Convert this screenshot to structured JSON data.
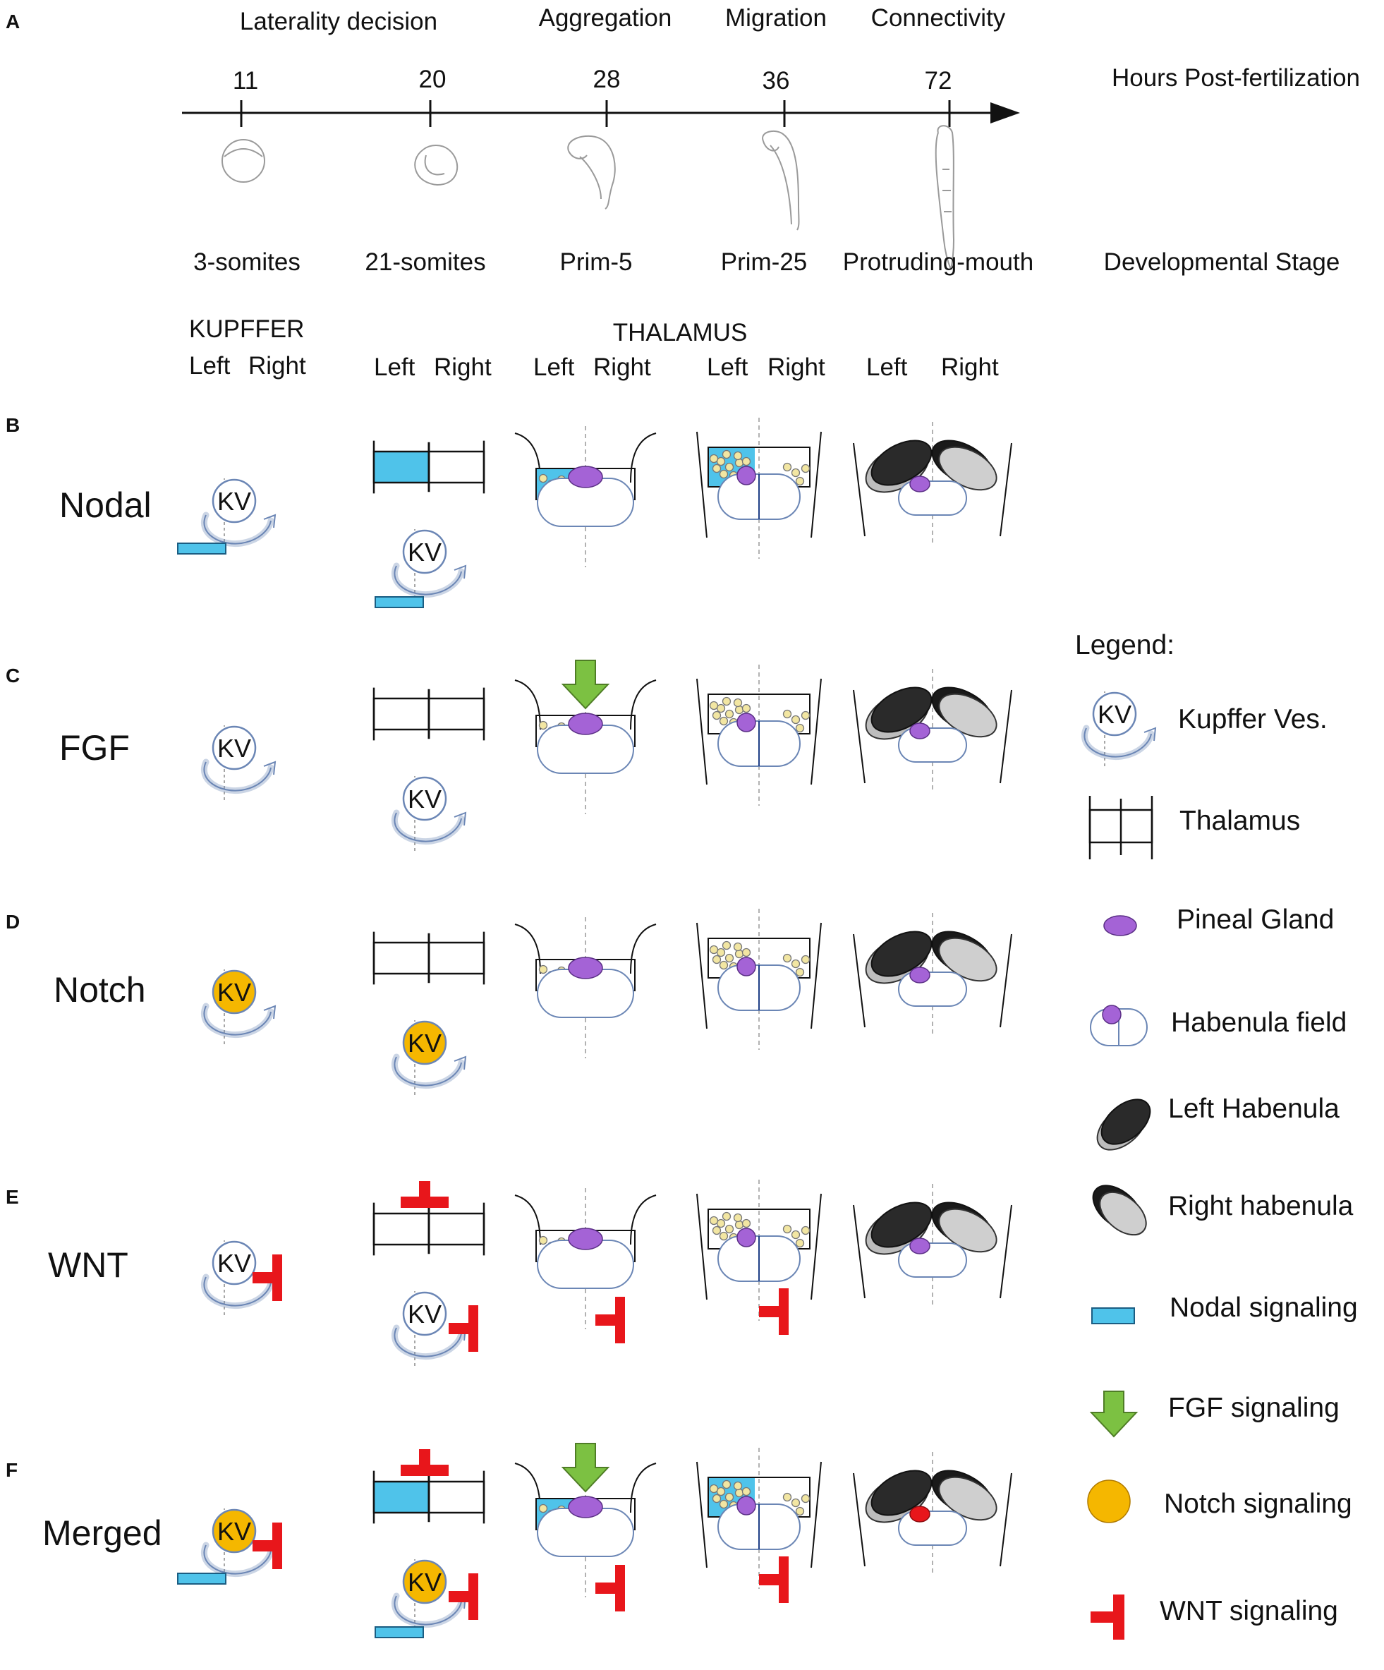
{
  "panels": [
    "A",
    "B",
    "C",
    "D",
    "E",
    "F"
  ],
  "phases": [
    "Laterality decision",
    "Aggregation",
    "Migration",
    "Connectivity"
  ],
  "timeline": {
    "hours": [
      "11",
      "20",
      "28",
      "36",
      "72"
    ],
    "axis_label": "Hours Post-fertilization"
  },
  "stages": [
    "3-somites",
    "21-somites",
    "Prim-5",
    "Prim-25",
    "Protruding-mouth"
  ],
  "stage_label": "Developmental Stage",
  "regions": {
    "kupffer": "KUPFFER",
    "thalamus": "THALAMUS"
  },
  "sides": {
    "left": "Left",
    "right": "Right"
  },
  "kv_label": "KV",
  "rows": [
    {
      "label": "Nodal"
    },
    {
      "label": "FGF"
    },
    {
      "label": "Notch"
    },
    {
      "label": "WNT"
    },
    {
      "label": "Merged"
    }
  ],
  "legend": {
    "title": "Legend:",
    "items": [
      {
        "label": "Kupffer Ves."
      },
      {
        "label": "Thalamus"
      },
      {
        "label": "Pineal Gland"
      },
      {
        "label": "Habenula field"
      },
      {
        "label": "Left Habenula"
      },
      {
        "label": "Right habenula"
      },
      {
        "label": "Nodal signaling"
      },
      {
        "label": "FGF signaling"
      },
      {
        "label": "Notch signaling"
      },
      {
        "label": "WNT signaling"
      }
    ]
  },
  "colors": {
    "nodal": "#4fc3ea",
    "fgf": "#7cc142",
    "notch": "#f5b700",
    "wnt": "#e8161b",
    "pineal": "#a463d6",
    "line": "#6b86b5",
    "left_habenula": "#2a2a2a",
    "right_habenula": "#cfcfcf"
  }
}
